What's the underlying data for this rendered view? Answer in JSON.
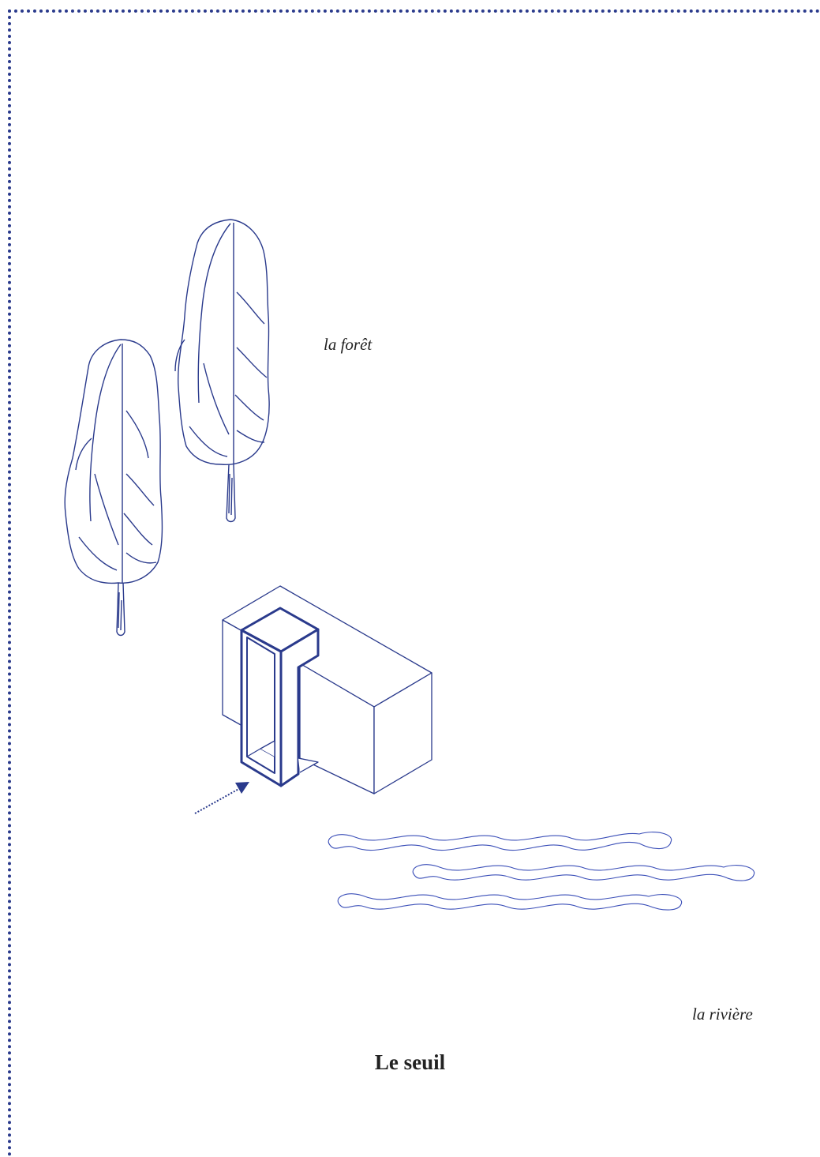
{
  "labels": {
    "forest": "la forêt",
    "river": "la rivière"
  },
  "title": "Le seuil",
  "colors": {
    "ink": "#2a3a8c",
    "text": "#222222"
  },
  "icons": {
    "trees": "tree-icon",
    "building": "building-icon",
    "arrow": "arrow-icon",
    "water": "water-waves-icon"
  }
}
